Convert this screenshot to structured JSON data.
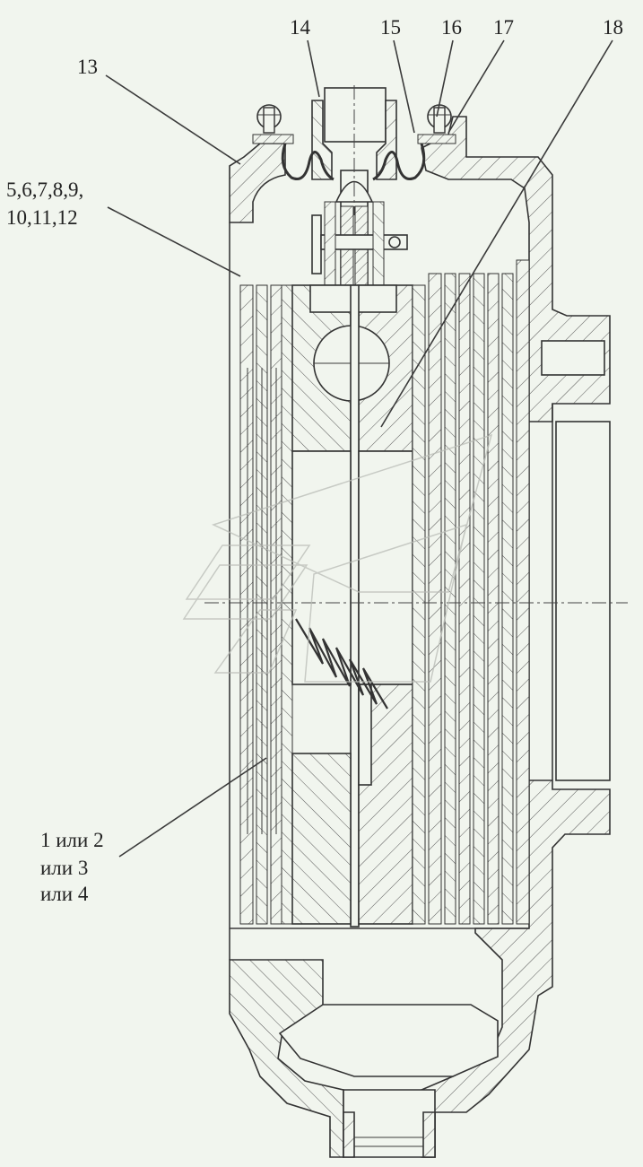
{
  "drawing": {
    "callouts": {
      "c13": "13",
      "c14": "14",
      "c15": "15",
      "c16": "16",
      "c17": "17",
      "c18": "18",
      "c5_line1": "5,6,7,8,9,",
      "c5_line2": "10,11,12",
      "c1_line1": "1 или 2",
      "c1_line2": "или 3",
      "c1_line3": "или 4"
    }
  }
}
